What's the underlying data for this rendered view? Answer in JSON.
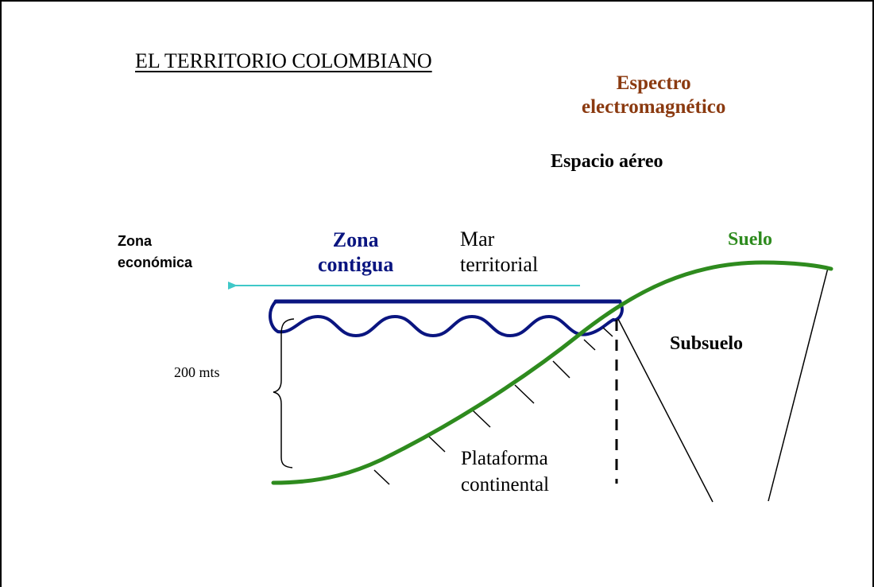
{
  "title": "EL TERRITORIO COLOMBIANO",
  "labels": {
    "espectro_line1": "Espectro",
    "espectro_line2": "electromagnético",
    "espacio_aereo": "Espacio aéreo",
    "zona_economica_line1": "Zona",
    "zona_economica_line2": "económica",
    "zona_contigua_line1": "Zona",
    "zona_contigua_line2": "contigua",
    "mar_territorial_line1": "Mar",
    "mar_territorial_line2": "territorial",
    "suelo": "Suelo",
    "subsuelo": "Subsuelo",
    "depth": "200 mts",
    "plataforma_line1": "Plataforma",
    "plataforma_line2": "continental"
  },
  "colors": {
    "espectro": "#8B3A10",
    "zona_contigua": "#0A1580",
    "sea_outline": "#0A1580",
    "suelo": "#2E8B1E",
    "ground_line": "#2E8B1E",
    "arrow": "#3FC8C8",
    "text": "#000000"
  }
}
